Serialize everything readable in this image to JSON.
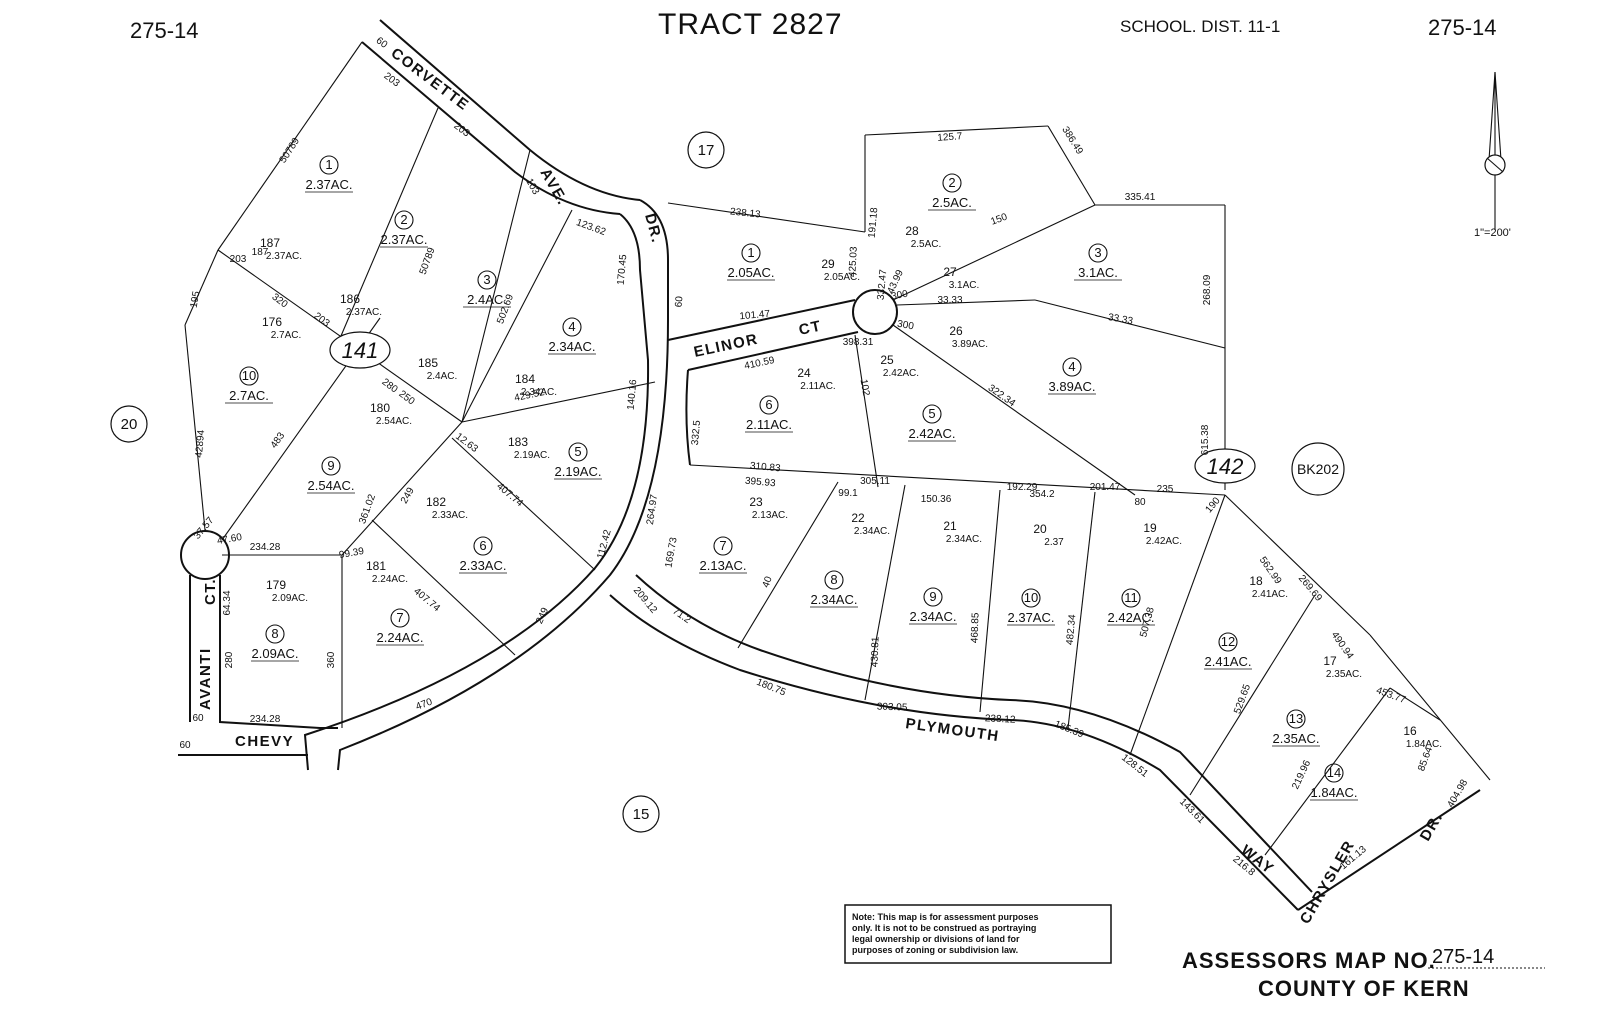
{
  "header": {
    "map_ref_left": "275-14",
    "tract_title": "TRACT 2827",
    "school_district": "SCHOOL. DIST. 11-1",
    "map_ref_right": "275-14"
  },
  "scale": {
    "label": "1\"=200'"
  },
  "streets": {
    "corvette": "CORVETTE",
    "corvette_ave": "AVE.",
    "dr_north": "DR.",
    "elinor": "ELINOR",
    "elinor_ct": "CT",
    "avanti": "AVANTI",
    "avanti_ct": "CT.",
    "chevy": "CHEVY",
    "plymouth": "PLYMOUTH",
    "way": "WAY",
    "chrysler": "CHRYSLER",
    "chrysler_dr": "DR."
  },
  "neighbors": {
    "n17": "17",
    "n20": "20",
    "n15": "15",
    "bk202": "BK202"
  },
  "blocks": {
    "b141": "141",
    "b142": "142"
  },
  "lots_left": [
    {
      "num": "1",
      "acres": "2.37AC."
    },
    {
      "num": "2",
      "acres": "2.37AC."
    },
    {
      "num": "3",
      "acres": "2.4AC."
    },
    {
      "num": "4",
      "acres": "2.34AC."
    },
    {
      "num": "5",
      "acres": "2.19AC."
    },
    {
      "num": "6",
      "acres": "2.33AC."
    },
    {
      "num": "7",
      "acres": "2.24AC."
    },
    {
      "num": "8",
      "acres": "2.09AC."
    },
    {
      "num": "9",
      "acres": "2.54AC."
    },
    {
      "num": "10",
      "acres": "2.7AC."
    }
  ],
  "lots_right": [
    {
      "num": "1",
      "acres": "2.05AC."
    },
    {
      "num": "2",
      "acres": "2.5AC."
    },
    {
      "num": "3",
      "acres": "3.1AC."
    },
    {
      "num": "4",
      "acres": "3.89AC."
    },
    {
      "num": "5",
      "acres": "2.42AC."
    },
    {
      "num": "6",
      "acres": "2.11AC."
    },
    {
      "num": "7",
      "acres": "2.13AC."
    },
    {
      "num": "8",
      "acres": "2.34AC."
    },
    {
      "num": "9",
      "acres": "2.34AC."
    },
    {
      "num": "10",
      "acres": "2.37AC."
    },
    {
      "num": "11",
      "acres": "2.42AC."
    },
    {
      "num": "12",
      "acres": "2.41AC."
    },
    {
      "num": "13",
      "acres": "2.35AC."
    },
    {
      "num": "14",
      "acres": "1.84AC."
    }
  ],
  "parcels": [
    {
      "num": "187",
      "acres": "2.37AC."
    },
    {
      "num": "186",
      "acres": "2.37AC."
    },
    {
      "num": "176",
      "acres": "2.7AC."
    },
    {
      "num": "185",
      "acres": "2.4AC."
    },
    {
      "num": "184",
      "acres": "2.34AC."
    },
    {
      "num": "180",
      "acres": "2.54AC."
    },
    {
      "num": "183",
      "acres": "2.19AC."
    },
    {
      "num": "182",
      "acres": "2.33AC."
    },
    {
      "num": "181",
      "acres": "2.24AC."
    },
    {
      "num": "179",
      "acres": "2.09AC."
    },
    {
      "num": "29",
      "acres": "2.05AC."
    },
    {
      "num": "28",
      "acres": "2.5AC."
    },
    {
      "num": "27",
      "acres": "3.1AC."
    },
    {
      "num": "26",
      "acres": "3.89AC."
    },
    {
      "num": "25",
      "acres": "2.42AC."
    },
    {
      "num": "24",
      "acres": "2.11AC."
    },
    {
      "num": "23",
      "acres": "2.13AC."
    },
    {
      "num": "22",
      "acres": "2.34AC."
    },
    {
      "num": "21",
      "acres": "2.34AC."
    },
    {
      "num": "20",
      "acres": "2.37"
    },
    {
      "num": "19",
      "acres": "2.42AC."
    },
    {
      "num": "18",
      "acres": "2.41AC."
    },
    {
      "num": "17",
      "acres": "2.35AC."
    },
    {
      "num": "16",
      "acres": "1.84AC."
    }
  ],
  "dimensions": [
    "60",
    "203",
    "203",
    "103",
    "50789",
    "187",
    "195",
    "203",
    "320",
    "203",
    "50789",
    "123.62",
    "170.45",
    "502.69",
    "429.52",
    "280",
    "250",
    "483",
    "42894",
    "37.57",
    "47.60",
    "234.28",
    "12.63",
    "99.39",
    "361.02",
    "249",
    "407.74",
    "407.74",
    "112.42",
    "264.97",
    "140.16",
    "249",
    "64.34",
    "280",
    "360",
    "470",
    "234.28",
    "60",
    "60",
    "60",
    "238.13",
    "425.03",
    "101.47",
    "410.59",
    "332.5",
    "169.73",
    "209.12",
    "71.2",
    "180.75",
    "303.05",
    "238.12",
    "185.39",
    "128.51",
    "143.61",
    "216.8",
    "125.7",
    "386.49",
    "191.18",
    "332.47",
    "43.99",
    "150",
    "335.41",
    "268.09",
    "300",
    "33.33",
    "300",
    "33.33",
    "398.31",
    "102",
    "322.34",
    "615.38",
    "310.83",
    "395.93",
    "305.11",
    "99.1",
    "150.36",
    "192.29",
    "354.2",
    "201.47",
    "80",
    "235",
    "190",
    "40",
    "430.81",
    "468.85",
    "482.34",
    "507.38",
    "562.99",
    "269.69",
    "529.65",
    "490.94",
    "219.96",
    "453.77",
    "85.64",
    "161.13",
    "404.98",
    "60"
  ],
  "note": {
    "line1": "Note: This map is for assessment purposes",
    "line2": "only. It is not to be construed as portraying",
    "line3": "legal ownership or divisions of land for",
    "line4": "purposes of zoning or subdivision law."
  },
  "footer": {
    "assessors_label": "ASSESSORS MAP NO.",
    "map_no": "275-14",
    "county": "COUNTY OF KERN"
  }
}
